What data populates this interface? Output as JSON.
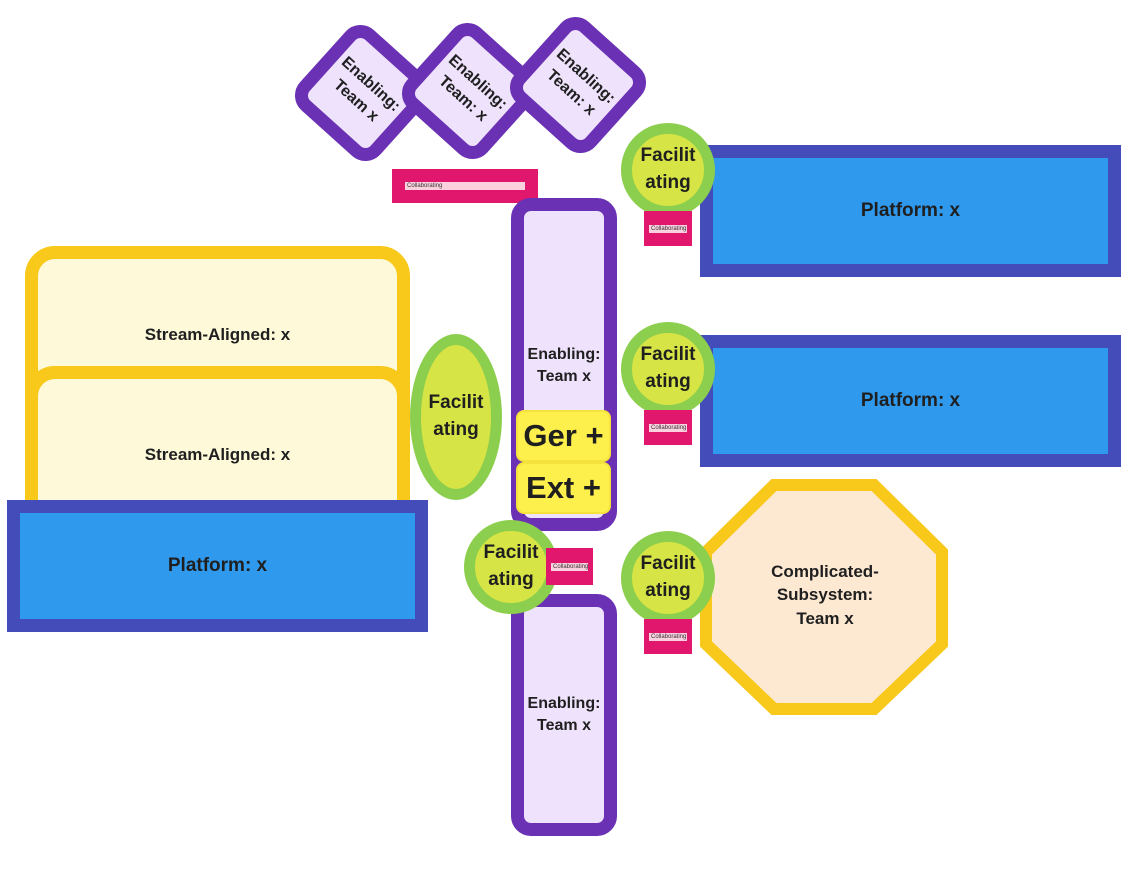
{
  "enabling_top": [
    {
      "line1": "Enabling:",
      "line2": "Team x"
    },
    {
      "line1": "Enabling:",
      "line2": "Team: x"
    },
    {
      "line1": "Enabling:",
      "line2": "Team: x"
    }
  ],
  "enabling_middle": {
    "line1": "Enabling:",
    "line2": "Team x"
  },
  "enabling_bottom": {
    "line1": "Enabling:",
    "line2": "Team x"
  },
  "stream_aligned": [
    "Stream-Aligned: x",
    "Stream-Aligned: x"
  ],
  "platforms": [
    "Platform: x",
    "Platform: x",
    "Platform: x"
  ],
  "facilitating": {
    "line1": "Facilit",
    "line2": "ating"
  },
  "collaborating": "Collaborating",
  "complicated_subsystem": {
    "line1": "Complicated-",
    "line2": "Subsystem:",
    "line3": "Team x"
  },
  "stickies": [
    "Ger +",
    "Ext +"
  ],
  "colors": {
    "stream_fill": "#fdf9d9",
    "stream_border": "#f8c81a",
    "platform_fill": "#2f99ee",
    "platform_border": "#434cb8",
    "enabling_fill": "#efe2fc",
    "enabling_border": "#6a31b4",
    "facilitating_fill": "#d6e445",
    "facilitating_border": "#8cce4d",
    "collaborating": "#e0176c",
    "complicated_fill": "#fde9d2",
    "complicated_border": "#f8c81a",
    "sticky": "#fef04c"
  }
}
